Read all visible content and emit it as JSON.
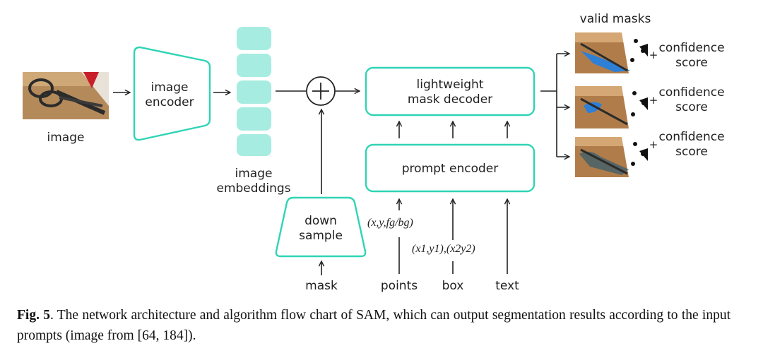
{
  "labels": {
    "image": "image",
    "image_encoder": "image\nencoder",
    "image_embeddings": "image\nembeddings",
    "down_sample": "down\nsample",
    "mask_decoder": "lightweight\nmask decoder",
    "prompt_encoder": "prompt encoder",
    "valid_masks": "valid masks",
    "mask": "mask",
    "points": "points",
    "box": "box",
    "text": "text",
    "points_math": "(x,y,fg/bg)",
    "box_math": "(x1,y1),(x2y2)",
    "plus_sign": "+",
    "confidence_score": "confidence\nscore"
  },
  "caption": {
    "fig_label": "Fig. 5",
    "text": ". The network architecture and algorithm flow chart of SAM, which can output segmentation results according to the input prompts (image from [64, 184])."
  },
  "colors": {
    "accent": "#2fd4b5",
    "embedding_fill": "#a6ece0",
    "text": "#1f1f1f"
  }
}
